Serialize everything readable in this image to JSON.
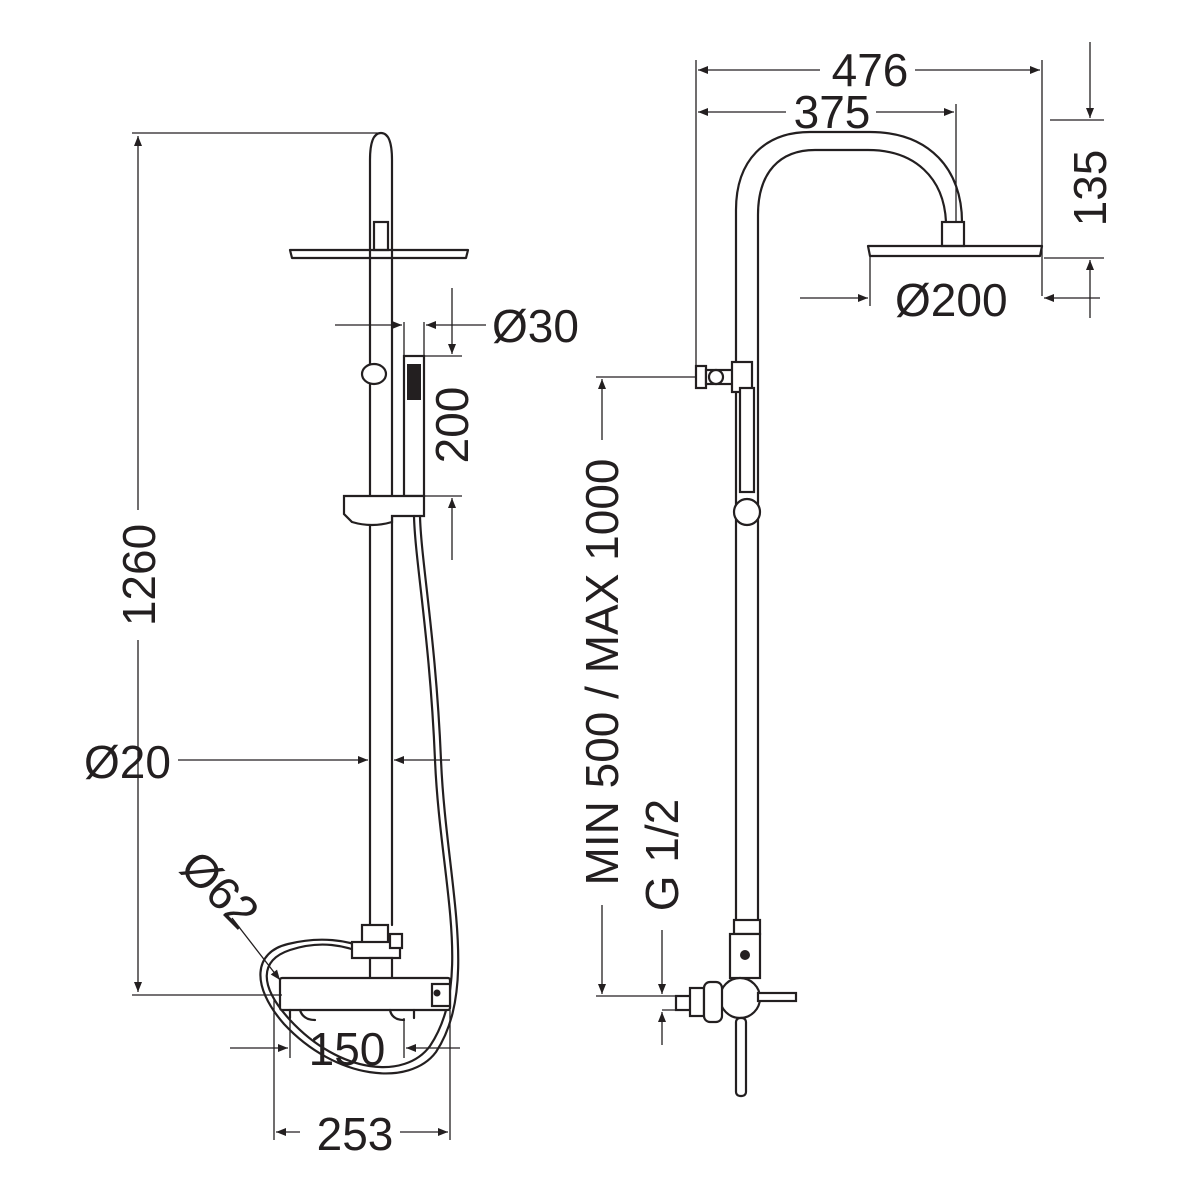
{
  "dimensions": {
    "left_view": {
      "total_height": "1260",
      "riser_diameter": "Ø20",
      "hand_shower_diameter": "Ø30",
      "hand_shower_length": "200",
      "valve_body_diameter": "Ø62",
      "inlet_centers": "150",
      "valve_width": "253"
    },
    "right_view": {
      "arm_reach": "476",
      "head_offset": "375",
      "arm_height": "135",
      "head_diameter": "Ø200",
      "adjustable_height": "MIN 500 / MAX 1000",
      "thread": "G 1/2"
    }
  }
}
